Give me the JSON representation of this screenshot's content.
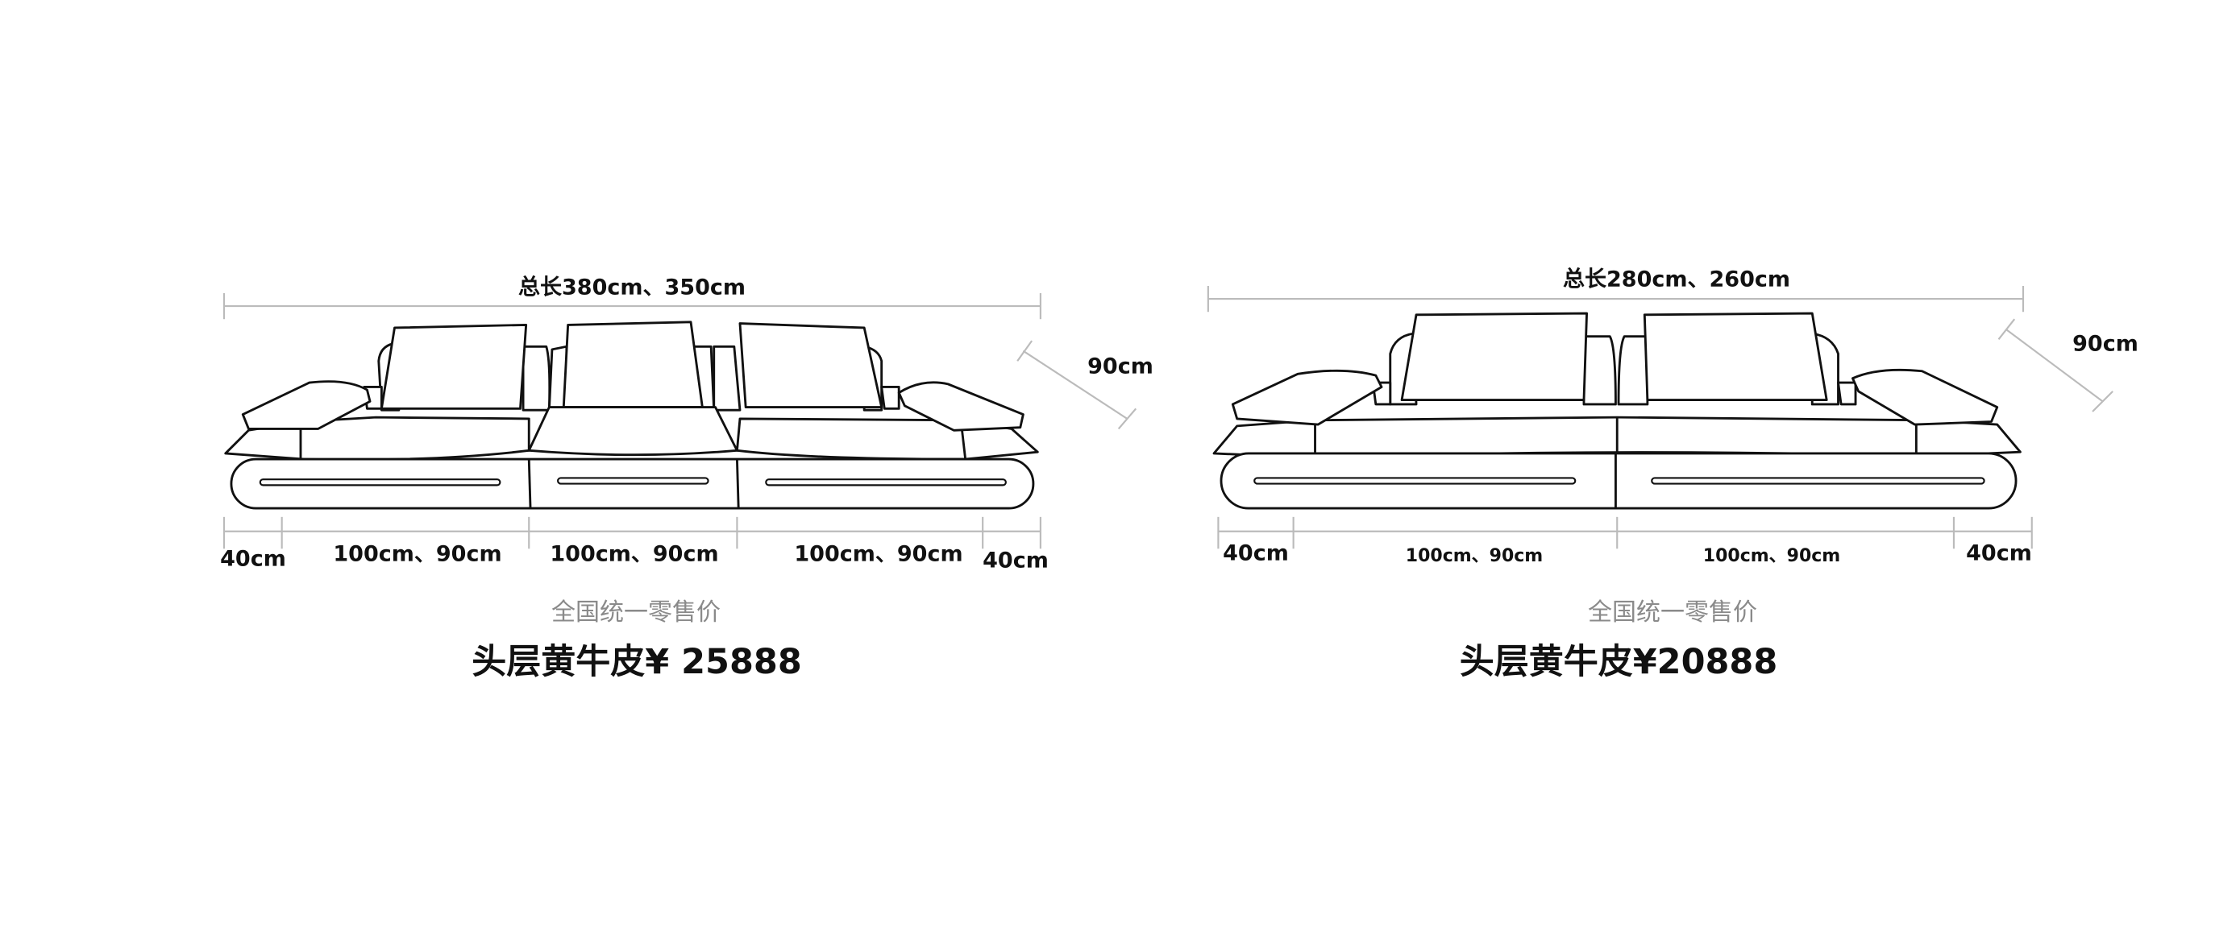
{
  "left_sofa": {
    "total_length": "总长380cm、350cm",
    "depth": "90cm",
    "segments": [
      "40cm",
      "100cm、90cm",
      "100cm、90cm",
      "100cm、90cm",
      "40cm"
    ],
    "price_note": "全国统一零售价",
    "price": "头层黄牛皮¥ 25888"
  },
  "right_sofa": {
    "total_length": "总长280cm、260cm",
    "depth": "90cm",
    "segments": [
      "40cm",
      "100cm、90cm",
      "100cm、90cm",
      "40cm"
    ],
    "price_note": "全国统一零售价",
    "price": "头层黄牛皮¥20888"
  }
}
